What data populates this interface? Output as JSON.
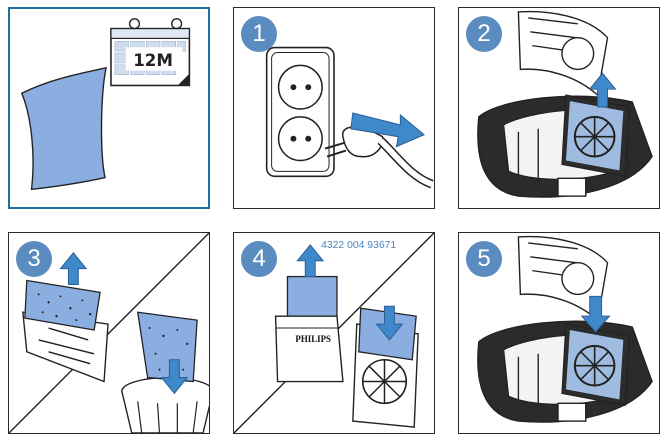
{
  "calendar_label": "12M",
  "part_number": "4322 004 93671",
  "brand": "PHILIPS",
  "steps": [
    "1",
    "2",
    "3",
    "4",
    "5"
  ],
  "colors": {
    "accent_blue": "#5a8cbf",
    "filter_blue": "#8aaee0",
    "frame_highlight": "#1f6f9c",
    "line": "#222222"
  }
}
